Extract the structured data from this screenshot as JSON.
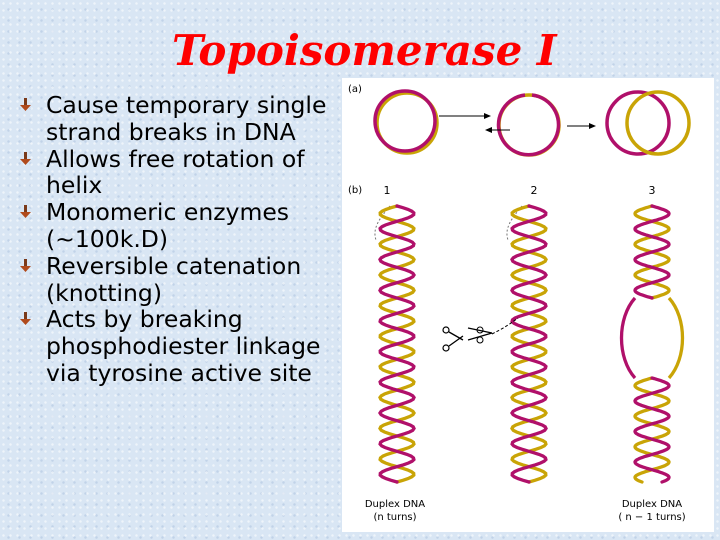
{
  "slide": {
    "title": "Topoisomerase I",
    "bullets": [
      "Cause temporary single strand breaks in DNA",
      "Allows free rotation of helix",
      "Monomeric enzymes (~100k.D)",
      "Reversible catenation (knotting)",
      "Acts by breaking phosphodiester linkage via tyrosine active site"
    ]
  },
  "figure": {
    "panel_a_label": "(a)",
    "panel_b_label": "(b)",
    "column_labels": [
      "1",
      "2",
      "3"
    ],
    "caption_left": {
      "line1": "Duplex DNA",
      "line2": "(n  turns)"
    },
    "caption_right": {
      "line1": "Duplex DNA",
      "line2": "( n − 1 turns)"
    }
  },
  "colors": {
    "title": "#ff0000",
    "strand_magenta": "#b0106a",
    "strand_yellow": "#c9a406",
    "figure_background": "#ffffff"
  }
}
